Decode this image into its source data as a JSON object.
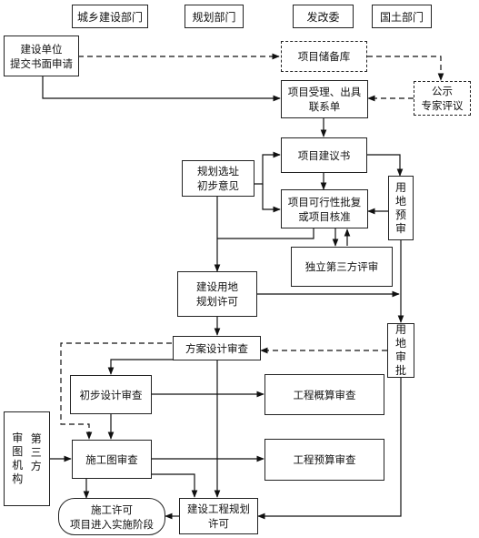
{
  "headers": {
    "urban_dept": "城乡建设部门",
    "planning_dept": "规划部门",
    "reform_dept": "发改委",
    "land_dept": "国土部门"
  },
  "nodes": {
    "build_unit_apply": "建设单位\n提交书面申请",
    "project_reserve": "项目储备库",
    "project_accept": "项目受理、出具\n联系单",
    "public_review": "公示\n专家评议",
    "project_proposal": "项目建议书",
    "planning_site": "规划选址\n初步意见",
    "land_pre_review": "用\n地\n预\n审",
    "feasibility": "项目可行性批复\n或项目核准",
    "third_party_review": "独立第三方评审",
    "land_use_permit": "建设用地\n规划许可",
    "land_approval": "用\n地\n审\n批",
    "scheme_review": "方案设计审查",
    "prelim_design_review": "初步设计审查",
    "budget_estimate_review": "工程概算审查",
    "third_party_drawing": "审\n图\n机\n构",
    "third_party_label": "第\n三\n方",
    "construction_drawing_review": "施工图审查",
    "cost_budget_review": "工程预算审查",
    "construction_permit": "施工许可\n项目进入实施阶段",
    "construction_plan_permit": "建设工程规划\n许可"
  }
}
